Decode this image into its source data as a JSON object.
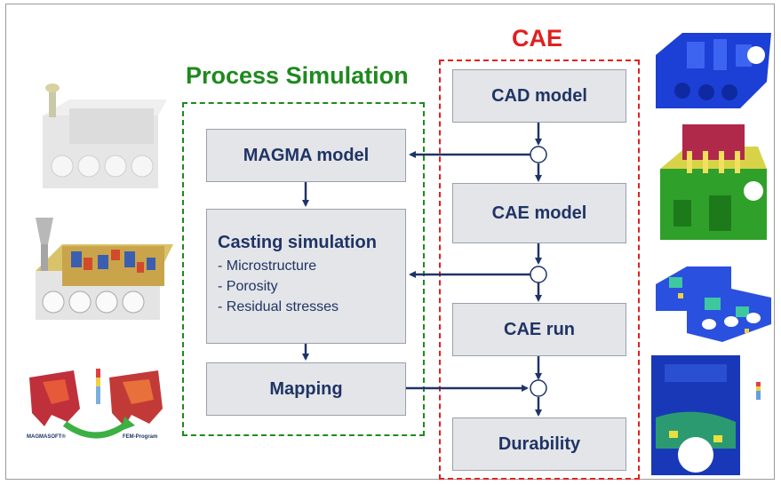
{
  "process_simulation": {
    "title": "Process Simulation",
    "color": "#1e8a1e",
    "boxes": {
      "magma_model": "MAGMA model",
      "casting_simulation": {
        "title": "Casting simulation",
        "items": [
          "- Microstructure",
          "- Porosity",
          "- Residual stresses"
        ]
      },
      "mapping": "Mapping"
    }
  },
  "cae": {
    "title": "CAE",
    "color": "#e02020",
    "boxes": {
      "cad_model": "CAD model",
      "cae_model": "CAE model",
      "cae_run": "CAE run",
      "durability": "Durability"
    }
  },
  "images": {
    "left_captions": [
      "MAGMASOFT®",
      "FEM-Program"
    ]
  },
  "connector_color": "#1f3466"
}
